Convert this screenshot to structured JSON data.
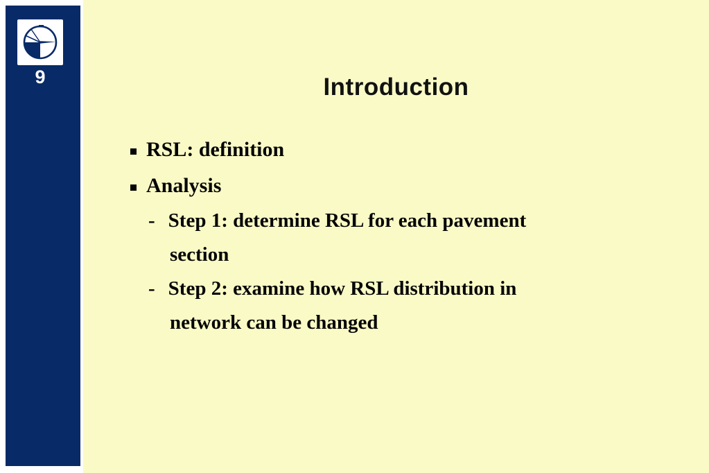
{
  "colors": {
    "navy": "#082a66",
    "pale_yellow": "#fafac6",
    "white": "#ffffff",
    "title_text": "#121212",
    "body_text": "#050505"
  },
  "sidebar": {
    "slide_number": "9",
    "logo": "clock-pie-icon"
  },
  "title": "Introduction",
  "content": {
    "dash_marker": "-",
    "items": [
      {
        "type": "bullet",
        "text": "RSL: definition"
      },
      {
        "type": "bullet",
        "text": "Analysis"
      },
      {
        "type": "dash",
        "text": "Step 1: determine RSL for each pavement",
        "wrap": "section"
      },
      {
        "type": "dash",
        "text": "Step 2: examine how RSL distribution in",
        "wrap": "network can be changed"
      }
    ]
  }
}
